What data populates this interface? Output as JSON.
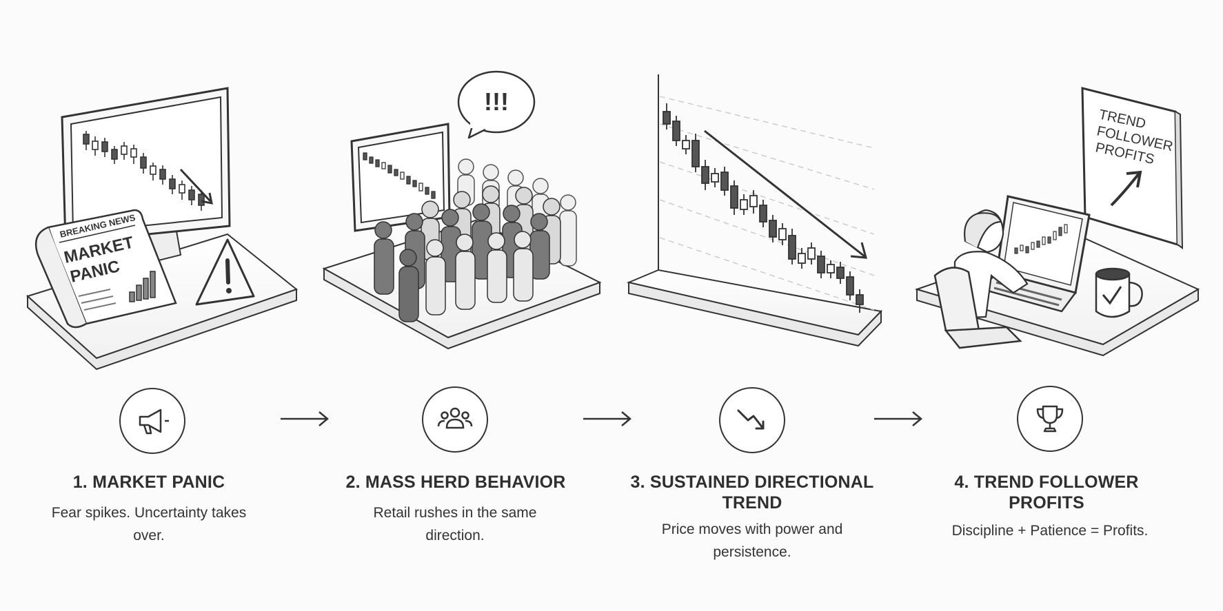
{
  "steps": [
    {
      "title": "1. MARKET PANIC",
      "description": "Fear spikes. Uncertainty takes over.",
      "icon": "megaphone-icon"
    },
    {
      "title": "2. MASS HERD BEHAVIOR",
      "description": "Retail rushes in the same direction.",
      "icon": "people-group-icon"
    },
    {
      "title": "3. SUSTAINED DIRECTIONAL TREND",
      "description": "Price moves with power and persistence.",
      "icon": "trend-down-arrow-icon"
    },
    {
      "title": "4. TREND FOLLOWER PROFITS",
      "description": "Discipline + Patience = Profits.",
      "icon": "trophy-icon"
    }
  ],
  "illustrations": {
    "newspaper_header": "BREAKING NEWS",
    "newspaper_headline_1": "MARKET",
    "newspaper_headline_2": "PANIC",
    "speech_bubble": "!!!",
    "poster_line_1": "TREND",
    "poster_line_2": "FOLLOWER",
    "poster_line_3": "PROFITS"
  },
  "colors": {
    "ink": "#2b2b2b",
    "background": "#fbfbfb",
    "figure_dark": "#6e6e6e",
    "figure_light": "#e6e6e6"
  }
}
